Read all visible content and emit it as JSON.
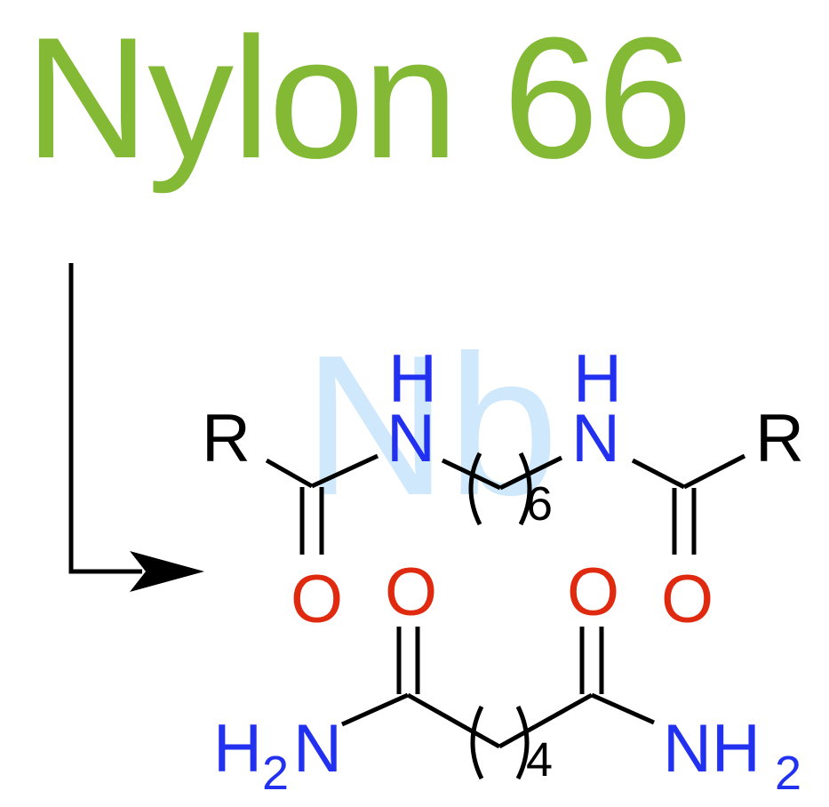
{
  "title": "Nylon 66",
  "watermark": "Nb",
  "colors": {
    "title": "#83b935",
    "nitrogen": "#2230f0",
    "oxygen": "#e02a10",
    "carbon": "#000000",
    "watermark": "#cfe8fc"
  },
  "top_molecule": {
    "r_left": "R",
    "r_right": "R",
    "h_left": "H",
    "h_right": "H",
    "n_left": "N",
    "n_right": "N",
    "o_left": "O",
    "o_right": "O",
    "repeat_count": "6"
  },
  "bottom_molecule": {
    "o_left": "O",
    "o_right": "O",
    "nh2_left_main": "H",
    "nh2_left_sub": "2",
    "nh2_left_n": "N",
    "nh2_right_main": "NH",
    "nh2_right_sub": "2",
    "repeat_count": "4"
  },
  "arrow": {
    "icon": "arrow-right-icon"
  }
}
